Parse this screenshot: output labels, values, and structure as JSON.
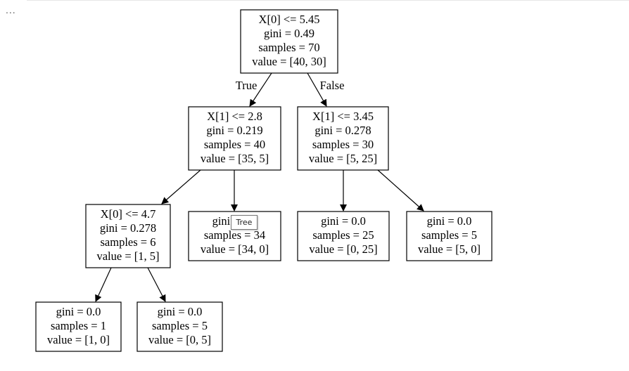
{
  "output_cell": {
    "collapse_label": "..."
  },
  "tree": {
    "nodes": [
      {
        "id": "n0",
        "lines": [
          "X[0] <= 5.45",
          "gini = 0.49",
          "samples = 70",
          "value = [40, 30]"
        ]
      },
      {
        "id": "n1",
        "lines": [
          "X[1] <= 2.8",
          "gini = 0.219",
          "samples = 40",
          "value = [35, 5]"
        ]
      },
      {
        "id": "n2",
        "lines": [
          "X[0] <= 4.7",
          "gini = 0.278",
          "samples = 6",
          "value = [1, 5]"
        ]
      },
      {
        "id": "n3",
        "lines": [
          "gini = 0.0",
          "samples = 1",
          "value = [1, 0]"
        ]
      },
      {
        "id": "n4",
        "lines": [
          "gini = 0.0",
          "samples = 5",
          "value = [0, 5]"
        ]
      },
      {
        "id": "n5",
        "lines": [
          "gini = 0.0",
          "samples = 34",
          "value = [34, 0]"
        ]
      },
      {
        "id": "n6",
        "lines": [
          "X[1] <= 3.45",
          "gini = 0.278",
          "samples = 30",
          "value = [5, 25]"
        ]
      },
      {
        "id": "n7",
        "lines": [
          "gini = 0.0",
          "samples = 25",
          "value = [0, 25]"
        ]
      },
      {
        "id": "n8",
        "lines": [
          "gini = 0.0",
          "samples = 5",
          "value = [5, 0]"
        ]
      }
    ],
    "edges": [
      {
        "from": "n0",
        "to": "n1",
        "label": "True"
      },
      {
        "from": "n0",
        "to": "n6",
        "label": "False"
      },
      {
        "from": "n1",
        "to": "n2",
        "label": ""
      },
      {
        "from": "n1",
        "to": "n5",
        "label": ""
      },
      {
        "from": "n2",
        "to": "n3",
        "label": ""
      },
      {
        "from": "n2",
        "to": "n4",
        "label": ""
      },
      {
        "from": "n6",
        "to": "n7",
        "label": ""
      },
      {
        "from": "n6",
        "to": "n8",
        "label": ""
      }
    ]
  },
  "tooltip": {
    "text": "Tree"
  },
  "colors": {
    "node_fill": "#ffffff",
    "node_stroke": "#000000",
    "edge": "#000000",
    "text": "#000000",
    "background": "#ffffff"
  }
}
